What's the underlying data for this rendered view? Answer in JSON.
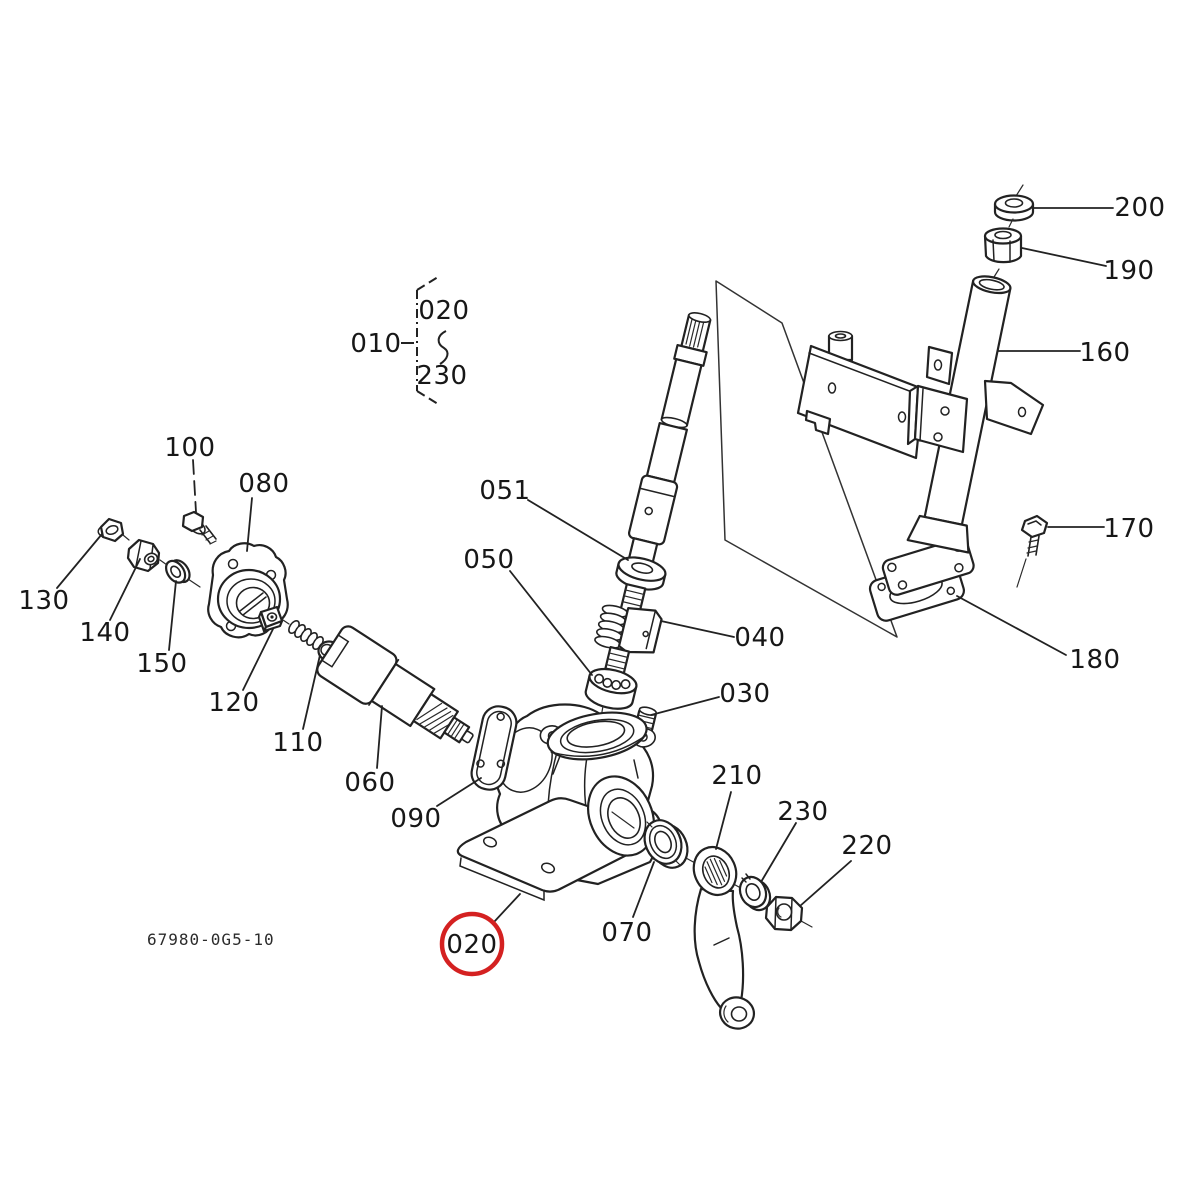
{
  "diagram": {
    "type": "exploded-parts-diagram",
    "subject": "Steering gear box and steering column assembly",
    "drawing_number": "67980-0G5-10",
    "background_color": "#ffffff",
    "line_color": "#222222",
    "highlight_color": "#d42121",
    "highlighted_part": "020",
    "assembly_group": {
      "parent_label": "010",
      "range_start": "020",
      "range_end": "230"
    },
    "labels": {
      "p010": "010",
      "p020_group": "020",
      "p230_group": "230",
      "p020": "020",
      "p030": "030",
      "p040": "040",
      "p050": "050",
      "p051": "051",
      "p060": "060",
      "p070": "070",
      "p080": "080",
      "p090": "090",
      "p100": "100",
      "p110": "110",
      "p120": "120",
      "p130": "130",
      "p140": "140",
      "p150": "150",
      "p160": "160",
      "p170": "170",
      "p180": "180",
      "p190": "190",
      "p200": "200",
      "p210": "210",
      "p220": "220",
      "p230": "230"
    }
  }
}
